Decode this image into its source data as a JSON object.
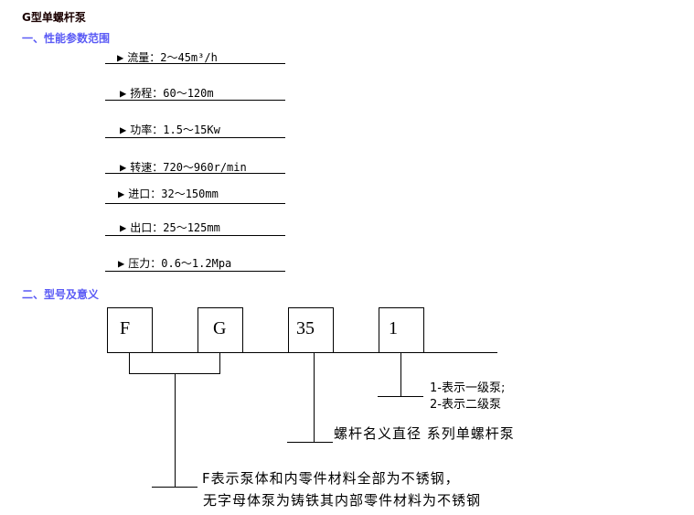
{
  "title": "G型单螺杆泵",
  "section1": {
    "heading": "一、性能参数范围",
    "specs": [
      {
        "label": "流量：",
        "value": "2～45m³/h"
      },
      {
        "label": "扬程：",
        "value": "60～120m"
      },
      {
        "label": "功率：",
        "value": "1.5～15Kw"
      },
      {
        "label": "转速：",
        "value": "720～960r/min"
      },
      {
        "label": "进口：",
        "value": "32～150mm"
      },
      {
        "label": "出口：",
        "value": "25～125mm"
      },
      {
        "label": "压力：",
        "value": "0.6～1.2Mpa"
      }
    ],
    "bullet": "▶"
  },
  "section2": {
    "heading": "二、型号及意义",
    "boxes": [
      "F",
      "G",
      "35",
      "1"
    ],
    "stage_note_1": "1-表示一级泵;",
    "stage_note_2": "2-表示二级泵",
    "diameter_note": "螺杆名义直径 系列单螺杆泵",
    "material_note_1": "F表示泵体和内零件材料全部为不锈钢，",
    "material_note_2": "无字母体泵为铸铁其内部零件材料为不锈钢"
  }
}
